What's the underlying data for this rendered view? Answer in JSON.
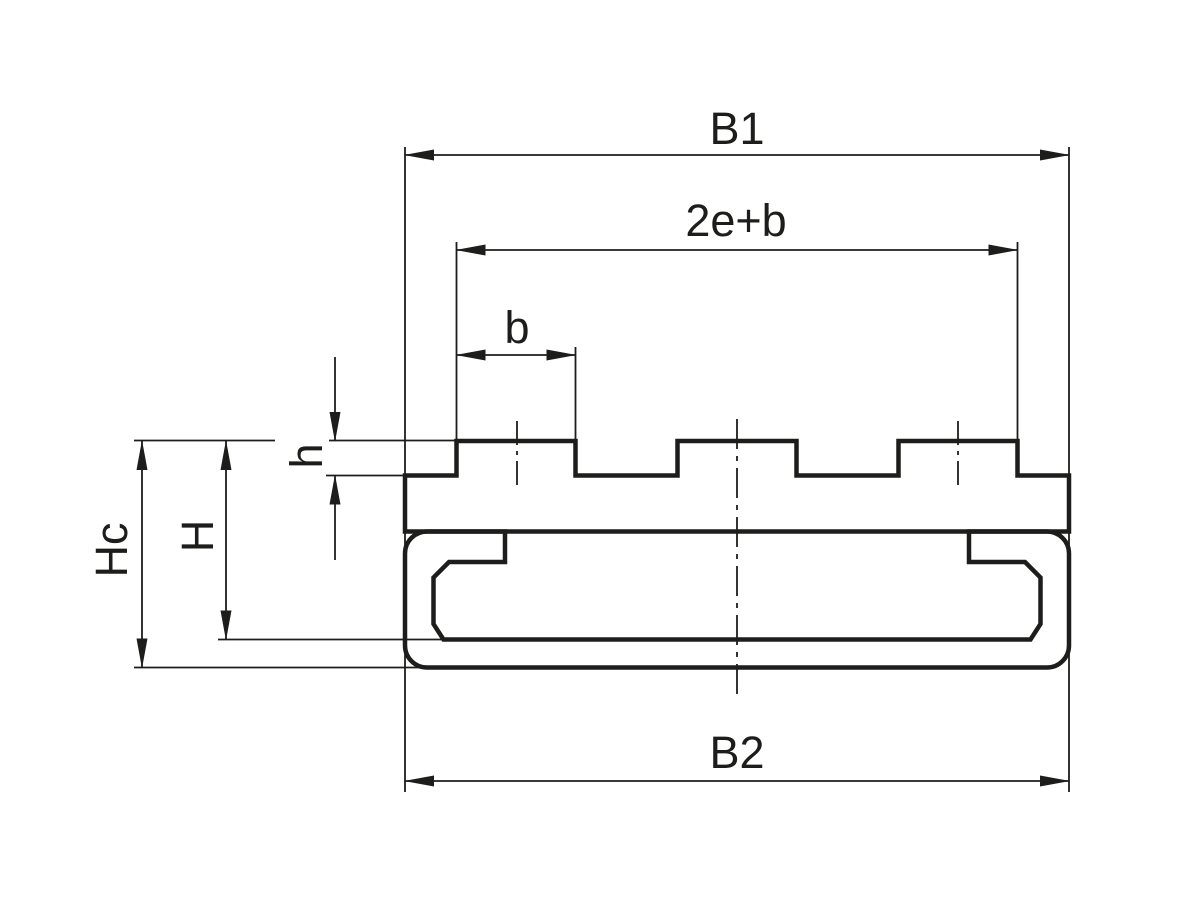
{
  "page": {
    "background_color": "#ffffff",
    "line_color": "#1d1d1b"
  },
  "drawing": {
    "labels": {
      "b1": "B1",
      "two_e_plus_b": "2e+b",
      "b": "b",
      "h_small": "h",
      "h_cap": "H",
      "hc": "Hc",
      "b2": "B2"
    }
  }
}
